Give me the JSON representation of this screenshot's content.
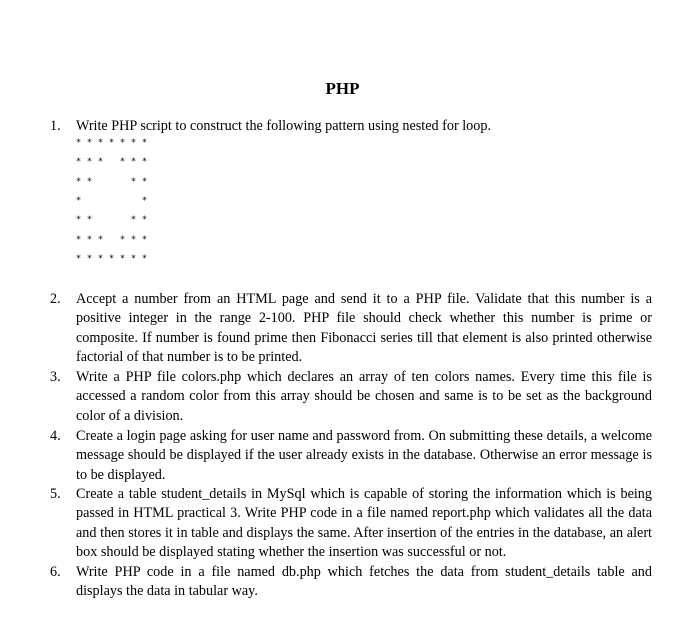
{
  "document": {
    "title": "PHP",
    "questions": [
      {
        "number": "1.",
        "text": "Write PHP script to construct the following pattern using nested for loop."
      },
      {
        "number": "2.",
        "text": "Accept a number from an HTML page and send it to a PHP file. Validate that this number is a positive integer in the range 2-100. PHP file should check whether this number is prime or composite. If number is found prime then Fibonacci series till that element is also printed otherwise factorial of that number is to be printed."
      },
      {
        "number": "3.",
        "text": "Write a PHP file colors.php which declares an array of ten colors names. Every time this file is accessed a random color from this array should be chosen and same is to be set as the background color of a division."
      },
      {
        "number": "4.",
        "text": "Create a login page asking for user name and password from. On submitting these details, a welcome message should be displayed if the user already exists in the database. Otherwise an error message is to be displayed."
      },
      {
        "number": "5.",
        "text": "Create a table student_details in MySql which is capable of storing the information which is being passed in HTML practical 3. Write PHP code in a file named report.php which validates all the data and then stores it in table and displays the same. After insertion of the entries in the database, an alert box should be displayed stating whether the insertion was successful or not."
      },
      {
        "number": "6.",
        "text": "Write PHP code in a file named db.php which fetches the data from student_details table and displays the data in tabular way."
      }
    ],
    "pattern": {
      "symbol": "*",
      "rows": [
        "*******",
        "***.***",
        "**...**",
        "*.....*",
        "**...**",
        "***.***",
        "*******"
      ]
    }
  }
}
